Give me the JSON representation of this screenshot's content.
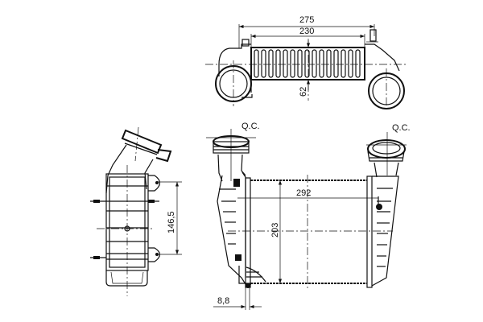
{
  "drawing": {
    "subject": "intercooler technical drawing",
    "views": {
      "top_view": {
        "dimensions": {
          "overall_length": "275",
          "core_length": "230",
          "depth": "62"
        }
      },
      "side_view": {
        "dimensions": {
          "mount_spacing": "146,5"
        }
      },
      "front_view": {
        "labels": {
          "left_connector": "Q.C.",
          "right_connector": "Q.C."
        },
        "dimensions": {
          "core_width": "292",
          "core_height": "203",
          "bracket_offset": "8,8"
        }
      }
    }
  }
}
